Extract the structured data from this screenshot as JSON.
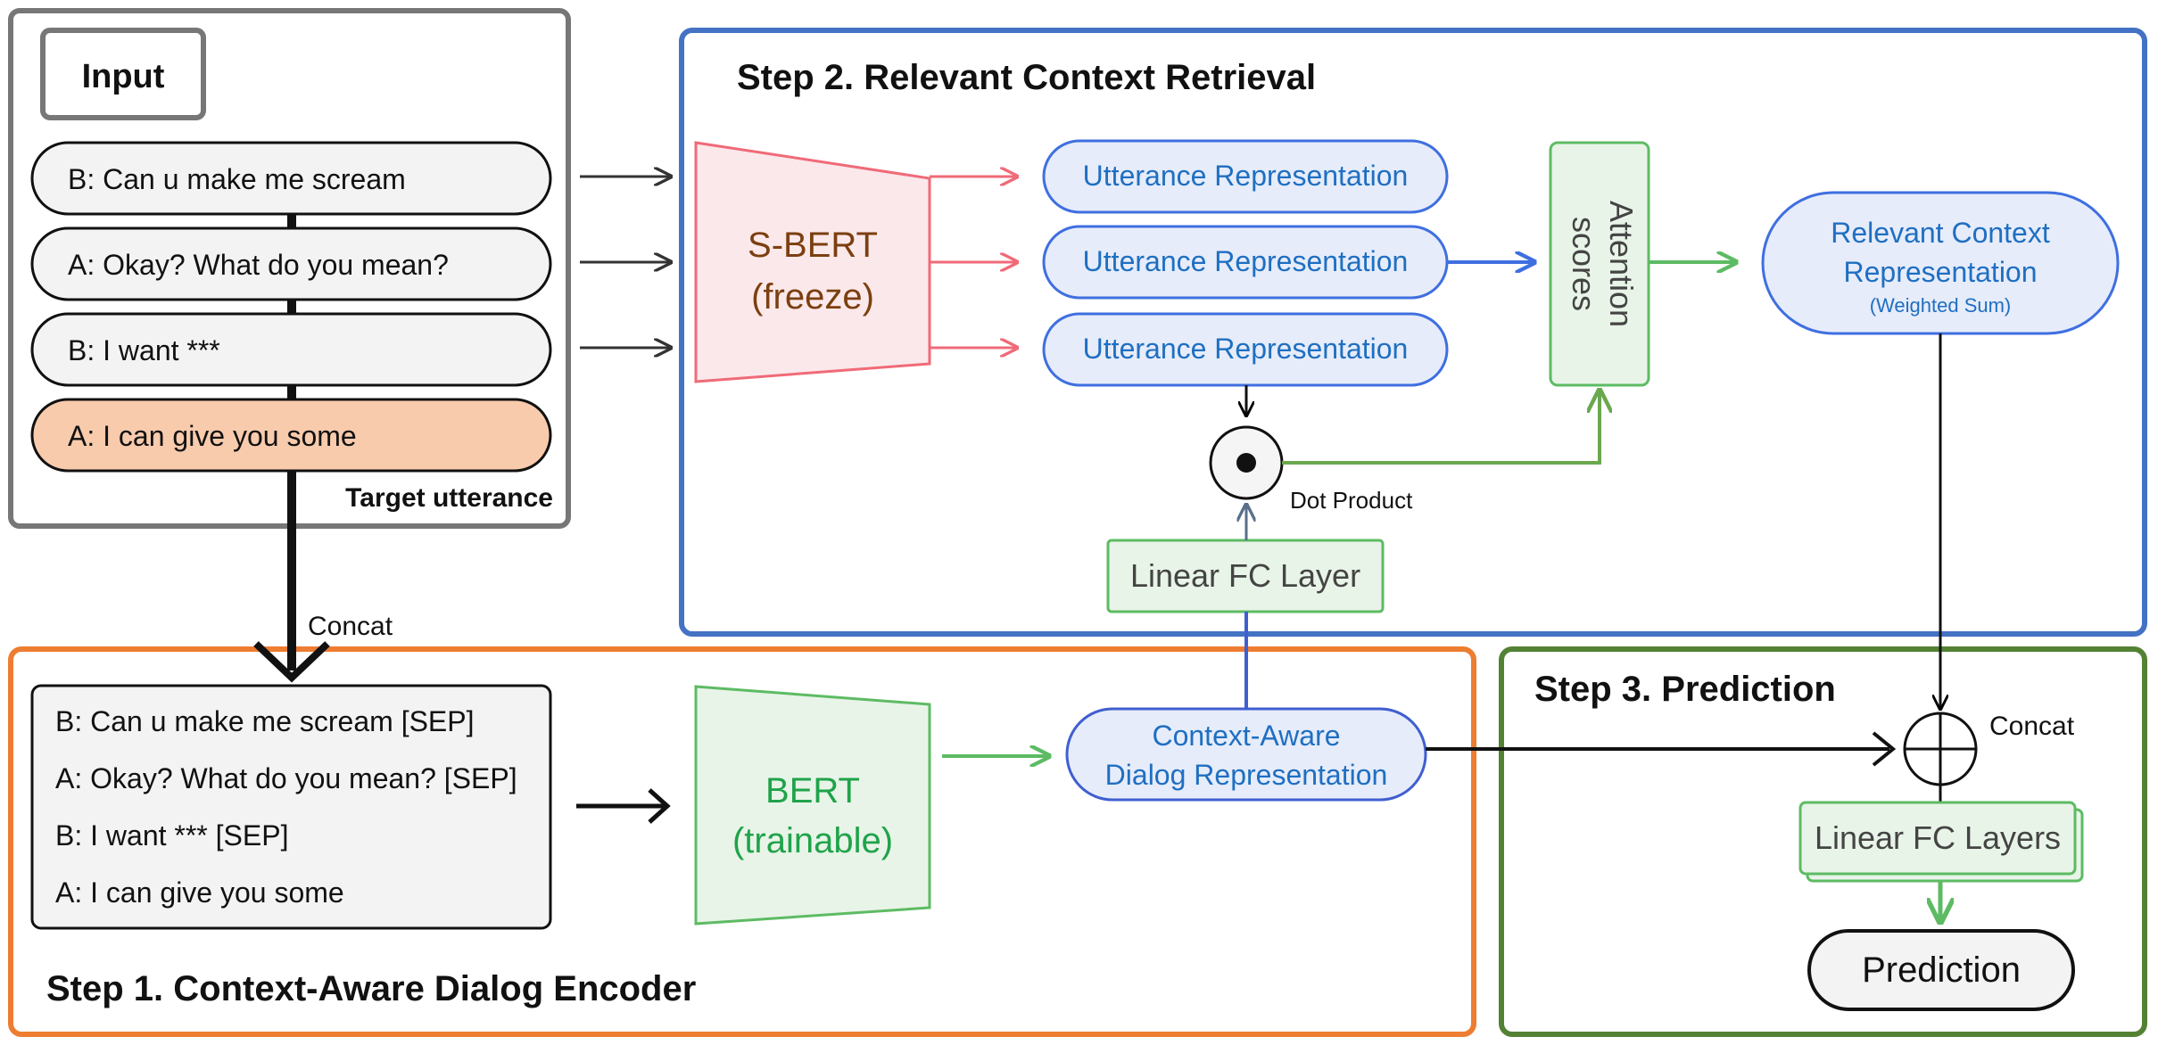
{
  "input": {
    "title": "Input",
    "utterances": [
      "B: Can u make me scream",
      "A: Okay? What do you mean?",
      "B: I want ***",
      "A: I can give you some"
    ],
    "target_label": "Target utterance"
  },
  "concat_label": "Concat",
  "step1": {
    "title": "Step 1. Context-Aware Dialog Encoder",
    "concat_lines": [
      "B: Can u make me scream [SEP]",
      "A: Okay? What do you mean? [SEP]",
      "B: I want *** [SEP]",
      "A: I can give you some"
    ],
    "bert_line1": "BERT",
    "bert_line2": "(trainable)",
    "dialog_rep_line1": "Context-Aware",
    "dialog_rep_line2": "Dialog Representation"
  },
  "step2": {
    "title": "Step 2. Relevant Context Retrieval",
    "sbert_line1": "S-BERT",
    "sbert_line2": "(freeze)",
    "utterance_rep": [
      "Utterance Representation",
      "Utterance Representation",
      "Utterance Representation"
    ],
    "attention_line1": "Attention",
    "attention_line2": "scores",
    "relevant_line1": "Relevant Context",
    "relevant_line2": "Representation",
    "relevant_line3": "(Weighted Sum)",
    "dot_product": "Dot Product",
    "linear_fc": "Linear FC Layer"
  },
  "step3": {
    "title": "Step 3. Prediction",
    "concat_label": "Concat",
    "linear_fc_layers": "Linear FC Layers",
    "prediction": "Prediction"
  },
  "colors": {
    "gray": "#777777",
    "blue": "#4472c4",
    "orange": "#ed7d31",
    "green": "#548235",
    "red": "#f06a78",
    "light_green": "#5dbb63",
    "text_blue": "#1f6fc1",
    "text_green": "#1fa34a",
    "text_brown": "#7b3f10",
    "target_fill": "#f8cbad"
  }
}
